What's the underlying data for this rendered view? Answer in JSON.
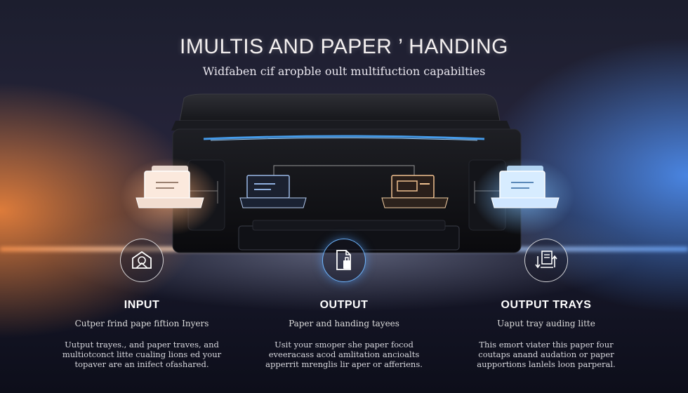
{
  "title": "IMULTIS AND PAPER ’ HANDING",
  "subtitle": "Widfaben cif aropble oult multifuction capabilties",
  "colors": {
    "input_glow": "#ff9a50",
    "output_glow": "#4aa3ff"
  },
  "icons": [
    "input-tray-icon",
    "output-doc-icon",
    "output-trays-icon"
  ],
  "columns": [
    {
      "heading": "INPUT",
      "sub": "Cutper frind pape fiftion Inyers",
      "body": [
        "Uutput trayes., and paper traves, and",
        "multiotconct litte cualing lions ed your",
        "topaver are an inifect ofashared."
      ]
    },
    {
      "heading": "OUTPUT",
      "sub": "Paper and handing tayees",
      "body": [
        "Usit your smoper she paper focod",
        "eveeracass acod amlitation ancioalts",
        "apperrit mrenglis lir aper or afferiens."
      ]
    },
    {
      "heading": "OUTPUT TRAYS",
      "sub": "Uaput tray auding litte",
      "body": [
        "This emort viater this paper four",
        "coutaps anand audation or paper",
        "aupportions lanlels loon parperal."
      ]
    }
  ]
}
